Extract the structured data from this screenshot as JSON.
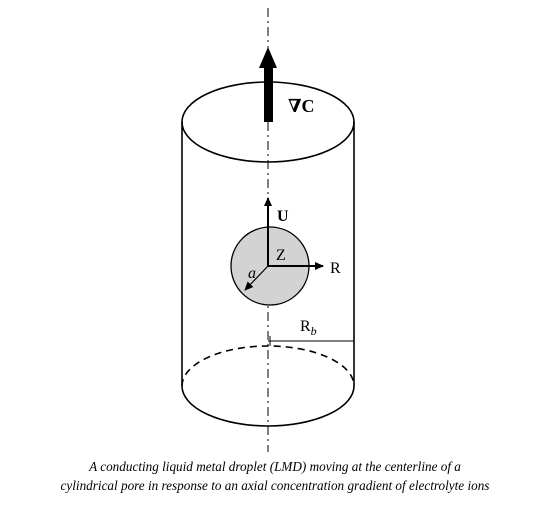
{
  "labels": {
    "gradient": "∇C",
    "velocity": "U",
    "axial": "Z",
    "radial": "R",
    "radius_droplet": "a",
    "radius_pore_base": "R",
    "radius_pore_sub": "b"
  },
  "caption": {
    "line1": "A conducting liquid metal droplet (LMD) moving at the centerline of a",
    "line2": "cylindrical pore in response to an axial concentration gradient of electrolyte ions"
  },
  "colors": {
    "line": "#000000",
    "droplet_fill": "#d3d3d3"
  }
}
